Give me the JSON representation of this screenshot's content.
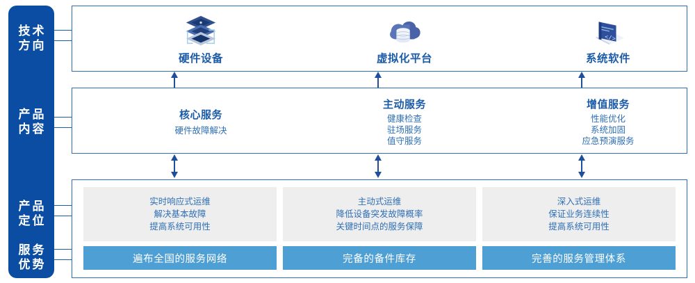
{
  "sidebar": {
    "groups": [
      {
        "name": "tech-direction",
        "line1": "技术",
        "line2": "方向"
      },
      {
        "name": "product-content",
        "line1": "产品",
        "line2": "内容"
      },
      {
        "name": "product-position",
        "line1": "产品",
        "line2": "定位"
      },
      {
        "name": "service-advantage",
        "line1": "服务",
        "line2": "优势"
      }
    ],
    "bg_color": "#0b4da2",
    "text_color": "#ffffff"
  },
  "tech_row": {
    "columns": [
      {
        "icon": "server-stack-icon",
        "label": "硬件设备"
      },
      {
        "icon": "cloud-database-icon",
        "label": "虚拟化平台"
      },
      {
        "icon": "laptop-code-icon",
        "label": "系统软件"
      }
    ]
  },
  "content_row": {
    "columns": [
      {
        "title": "核心服务",
        "items": [
          "硬件故障解决"
        ]
      },
      {
        "title": "主动服务",
        "items": [
          "健康检查",
          "驻场服务",
          "值守服务"
        ]
      },
      {
        "title": "增值服务",
        "items": [
          "性能优化",
          "系统加固",
          "应急预演服务"
        ]
      }
    ]
  },
  "bottom_row": {
    "columns": [
      {
        "lines": [
          "实时响应式运维",
          "解决基本故障",
          "提高系统可用性"
        ],
        "bar": "遍布全国的服务网络"
      },
      {
        "lines": [
          "主动式运维",
          "降低设备突发故障概率",
          "关键时间点的服务保障"
        ],
        "bar": "完备的备件库存"
      },
      {
        "lines": [
          "深入式运维",
          "保证业务连续性",
          "提高系统可用性"
        ],
        "bar": "完善的服务管理体系"
      }
    ],
    "card_bg": "#eeeeee",
    "bar_bg": "#4d9fd4"
  },
  "colors": {
    "sidebar_blue": "#0b4da2",
    "border_blue": "#2b6cb8",
    "text_blue": "#1b5ba8",
    "sub_text_blue": "#2f6fb5",
    "bar_blue": "#4d9fd4",
    "card_gray": "#eeeeee",
    "arrow_blue": "#1f4e9c"
  },
  "arrows": {
    "tech_to_content": "arrow-up",
    "content_to_bottom": "arrow-up-down",
    "bottom_into_row": "arrow-down"
  }
}
